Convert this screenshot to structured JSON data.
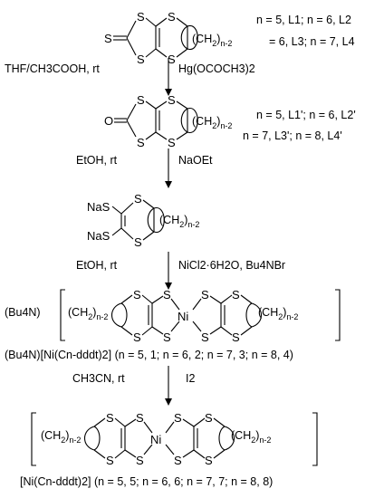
{
  "atoms": {
    "S": "S",
    "O": "O",
    "Ni": "Ni",
    "NaS": "NaS",
    "ring": "(CH",
    "ring_tail": ")",
    "sub2": "2",
    "sub_n2": "n-2"
  },
  "labels": {
    "l1": "n = 5, L1; n = 6, L2",
    "l2": "= 6, L3; n = 7, L4",
    "l3": "n = 5, L1'; n = 6, L2'",
    "l4": "n = 7, L3'; n = 8, L4'"
  },
  "steps": {
    "s1_left": "THF/CH3COOH, rt",
    "s1_right": "Hg(OCOCH3)2",
    "s2_left": "EtOH, rt",
    "s2_right": "NaOEt",
    "s3_left": "EtOH, rt",
    "s3_right": "NiCl2·6H2O, Bu4NBr",
    "s4_left": "CH3CN, rt",
    "s4_right": "I2"
  },
  "cation": "(Bu4N)",
  "caption_salt": "(Bu4N)[Ni(Cn-dddt)2] (n = 5, 1; n = 6, 2; n = 7, 3; n = 8, 4)",
  "caption_neutral": "[Ni(Cn-dddt)2] (n = 5, 5; n = 6, 6; n = 7, 7; n = 8, 8)"
}
